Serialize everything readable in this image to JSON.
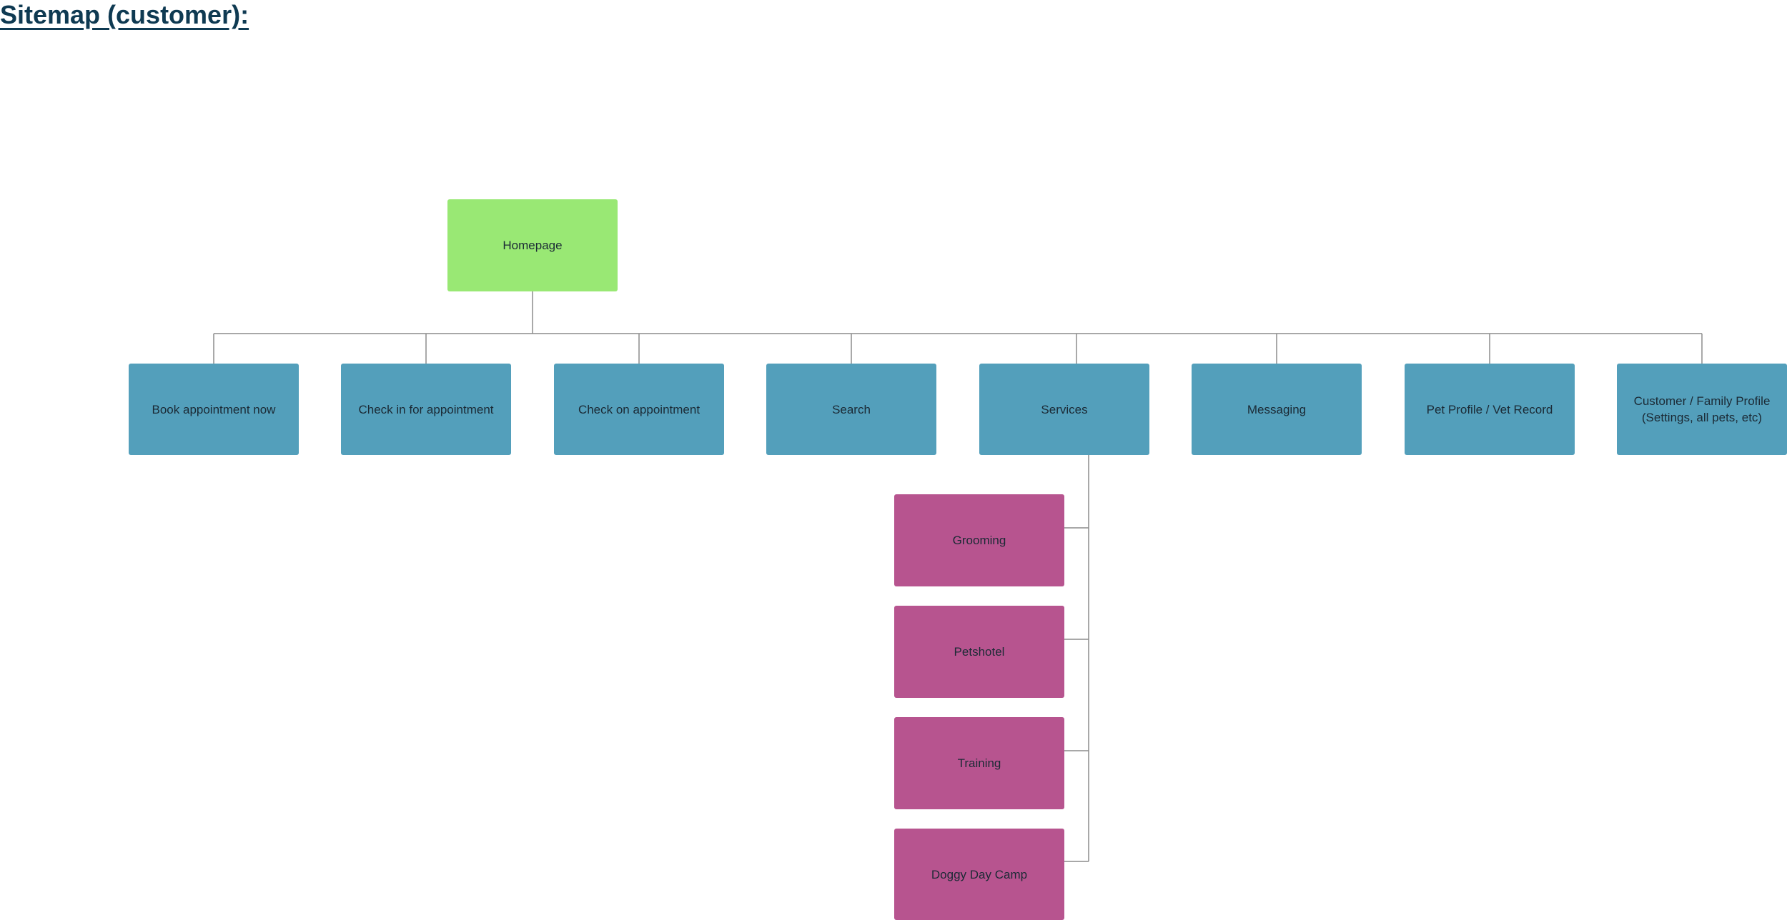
{
  "title": "Sitemap (customer):",
  "colors": {
    "title": "#0f3a52",
    "root": "#99e874",
    "section": "#539fbb",
    "sub": "#b7548f",
    "connector": "#8c8c8c"
  },
  "sitemap": {
    "root": {
      "label": "Homepage"
    },
    "sections": [
      {
        "label": "Book appointment now"
      },
      {
        "label": "Check in for appointment"
      },
      {
        "label": "Check on appointment"
      },
      {
        "label": "Search"
      },
      {
        "label": "Services"
      },
      {
        "label": "Messaging"
      },
      {
        "label": "Pet Profile / Vet Record"
      },
      {
        "label": "Customer / Family Profile\n(Settings, all pets, etc)"
      }
    ],
    "services_children": [
      {
        "label": "Grooming"
      },
      {
        "label": "Petshotel"
      },
      {
        "label": "Training"
      },
      {
        "label": "Doggy Day Camp"
      }
    ]
  }
}
